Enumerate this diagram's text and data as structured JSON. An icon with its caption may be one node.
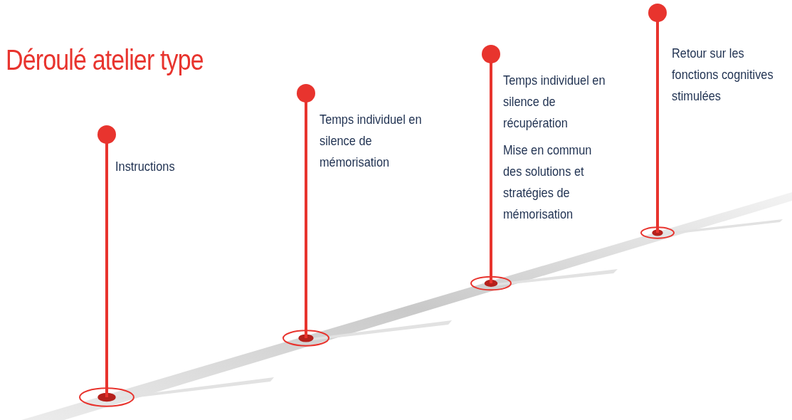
{
  "diagram": {
    "title": "Déroulé atelier type",
    "nodes": [
      {
        "text": [
          "Instructions"
        ]
      },
      {
        "text": [
          "Temps individuel en silence de mémorisation"
        ]
      },
      {
        "text": [
          "Temps individuel en silence de récupération",
          "Mise en commun des solutions et stratégies de mémorisation"
        ]
      },
      {
        "text": [
          "Retour sur les fonctions cognitives stimulées"
        ]
      }
    ]
  }
}
